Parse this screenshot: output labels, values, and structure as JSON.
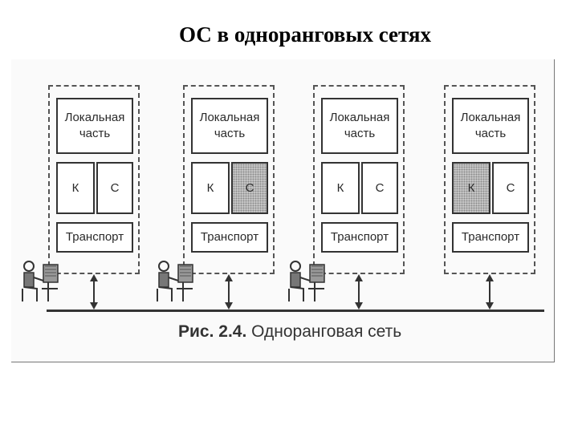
{
  "title": "ОС в одноранговых сетях",
  "figure": {
    "caption_prefix": "Рис. 2.4.",
    "caption_text": "Одноранговая сеть",
    "nodes": [
      {
        "local": "Локальная часть",
        "k": "К",
        "c": "С",
        "transport": "Транспорт",
        "shaded": "none",
        "has_user": true
      },
      {
        "local": "Локальная часть",
        "k": "К",
        "c": "С",
        "transport": "Транспорт",
        "shaded": "c",
        "has_user": true
      },
      {
        "local": "Локальная часть",
        "k": "К",
        "c": "С",
        "transport": "Транспорт",
        "shaded": "none",
        "has_user": true
      },
      {
        "local": "Локальная часть",
        "k": "К",
        "c": "С",
        "transport": "Транспорт",
        "shaded": "k",
        "has_user": false
      }
    ]
  }
}
